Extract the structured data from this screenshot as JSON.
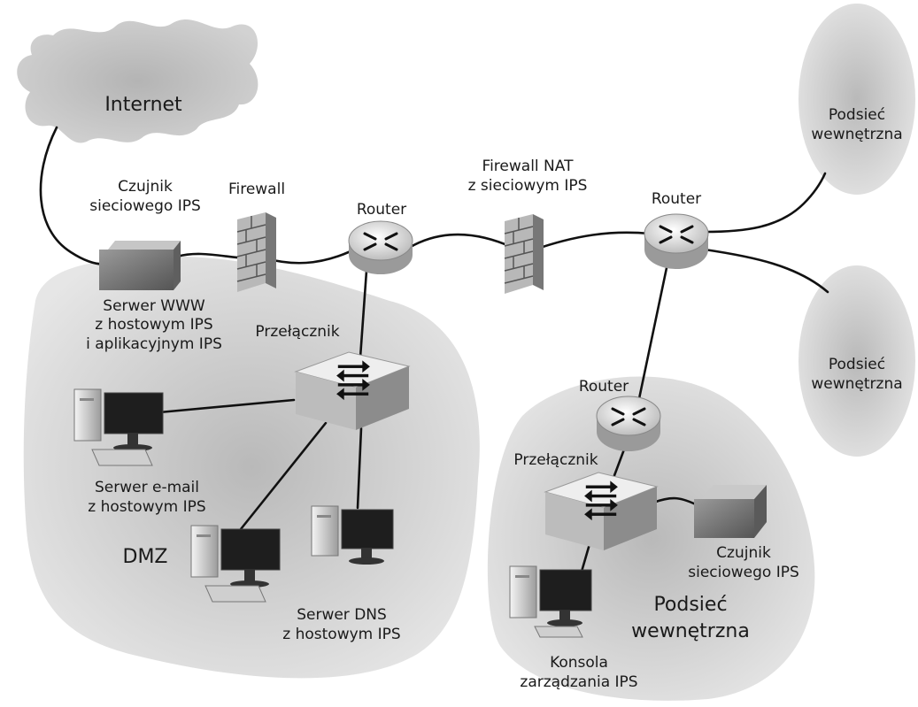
{
  "labels": {
    "internet": "Internet",
    "sensor_top": [
      "Czujnik",
      "sieciowego IPS"
    ],
    "firewall": "Firewall",
    "router_1": "Router",
    "firewall_nat": [
      "Firewall NAT",
      "z sieciowym IPS"
    ],
    "router_2": "Router",
    "subnet_top": [
      "Podsieć",
      "wewnętrzna"
    ],
    "subnet_right": [
      "Podsieć",
      "wewnętrzna"
    ],
    "switch_dmz": "Przełącznik",
    "web_server": [
      "Serwer WWW",
      "z hostowym IPS",
      "i aplikacyjnym IPS"
    ],
    "mail_server": [
      "Serwer e-mail",
      "z hostowym IPS"
    ],
    "dmz": "DMZ",
    "dns_server": [
      "Serwer DNS",
      "z hostowym IPS"
    ],
    "router_3": "Router",
    "switch_inner": "Przełącznik",
    "sensor_inner": [
      "Czujnik",
      "sieciowego IPS"
    ],
    "subnet_inner": [
      "Podsieć",
      "wewnętrzna"
    ],
    "console": [
      "Konsola",
      "zarządzania IPS"
    ]
  }
}
